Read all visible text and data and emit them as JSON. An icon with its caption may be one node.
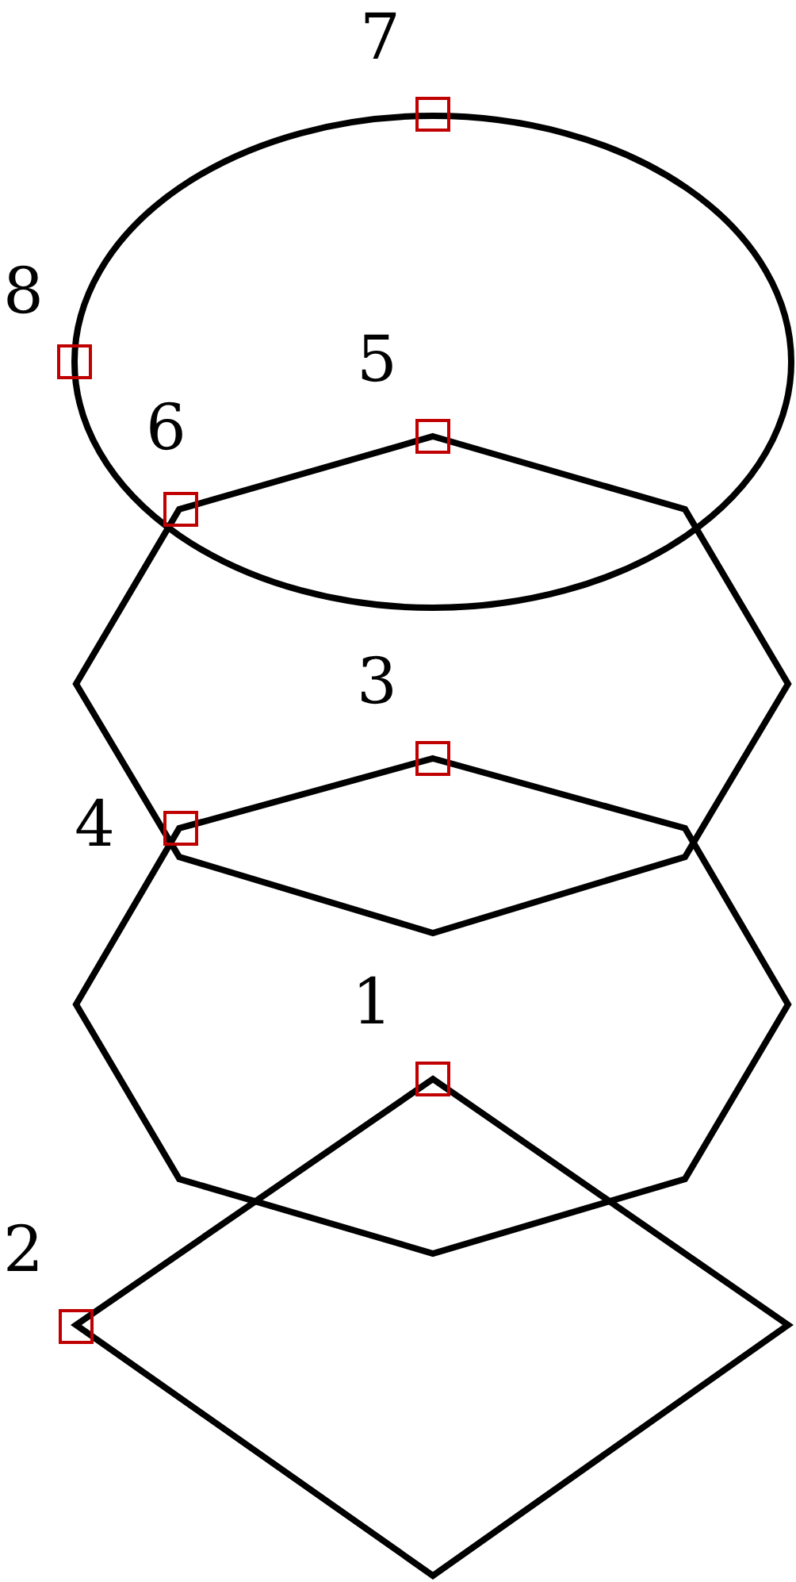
{
  "diagram": {
    "labels": [
      "7",
      "8",
      "5",
      "6",
      "3",
      "4",
      "1",
      "2"
    ]
  }
}
